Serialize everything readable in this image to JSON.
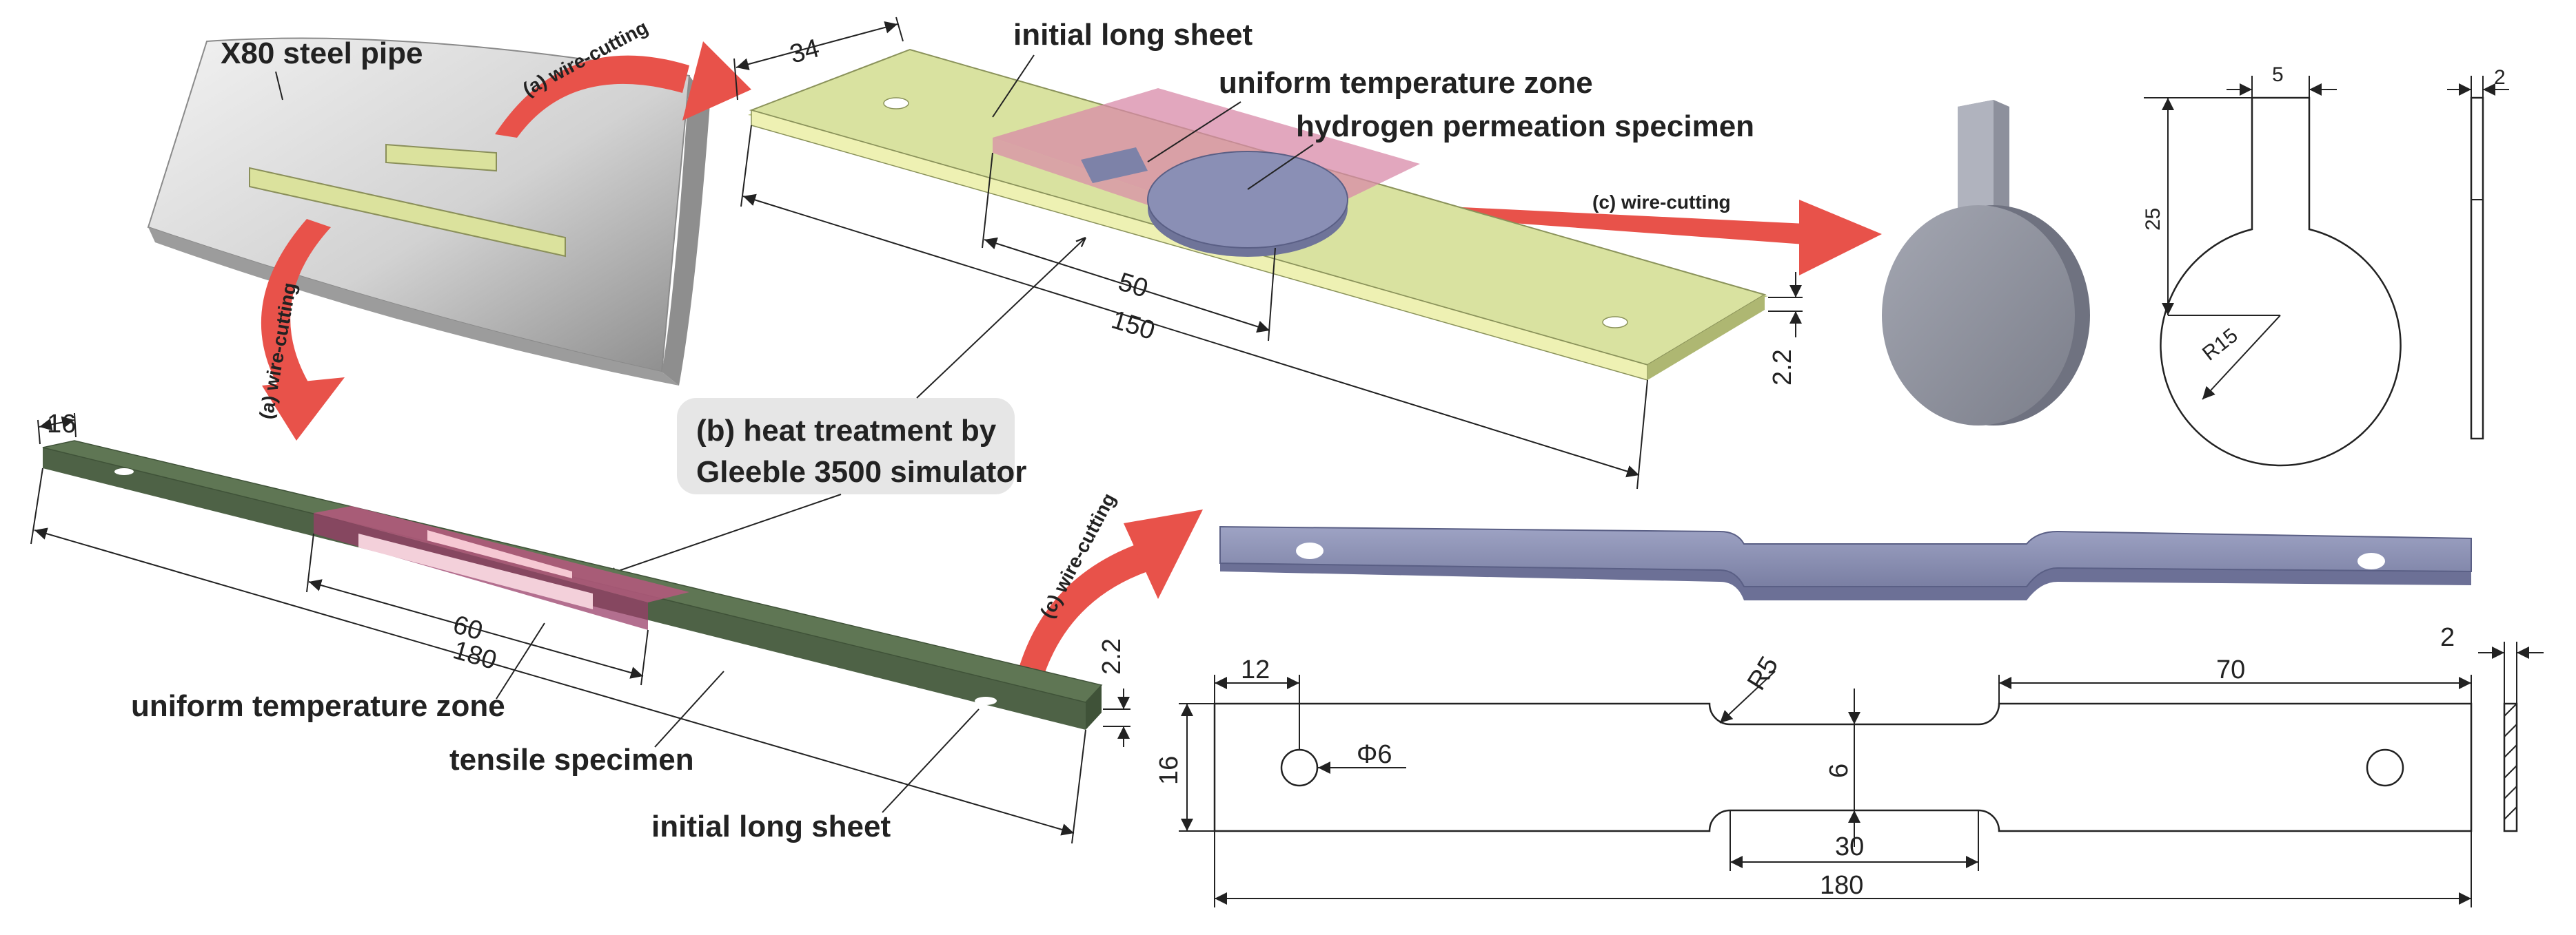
{
  "labels": {
    "pipe": "X80 steel pipe",
    "cut_a_top": "(a) wire-cutting",
    "cut_a_left": "(a) wire-cutting",
    "cut_c_right": "(c) wire-cutting",
    "cut_c_bottom": "(c) wire-cutting",
    "initial_long_sheet_top": "initial long sheet",
    "uniform_zone_top": "uniform temperature zone",
    "hydrogen_specimen": "hydrogen permeation specimen",
    "heat_treatment_line1": "(b)  heat treatment by",
    "heat_treatment_line2": "Gleeble 3500 simulator",
    "uniform_zone_bottom": "uniform temperature zone",
    "tensile_specimen": "tensile specimen",
    "initial_long_sheet_bottom": "initial long sheet"
  },
  "dimensions": {
    "top_sheet_width": "34",
    "top_zone_length": "50",
    "top_sheet_length": "150",
    "top_sheet_thickness": "2.2",
    "bottom_sheet_width": "16",
    "bottom_zone_length": "60",
    "bottom_sheet_length": "180",
    "bottom_sheet_thickness": "2.2",
    "disk_tab_width": "5",
    "disk_thickness": "2",
    "disk_height": "25",
    "disk_radius": "R15",
    "tensile_hole_offset": "12",
    "tensile_fillet": "R5",
    "tensile_grip_length": "70",
    "tensile_thickness": "2",
    "tensile_width": "16",
    "tensile_hole_dia": "Φ6",
    "tensile_gauge_width": "6",
    "tensile_gauge_length": "30",
    "tensile_total_length": "180"
  },
  "colors": {
    "arrow": "#e8524a",
    "sheet_yellow": "#d9e2a0",
    "sheet_green": "#5f7654",
    "zone_pink": "#d88aa8",
    "specimen_blue": "#7d82a8",
    "pipe_gray": "#c9c9c9",
    "callout_bg": "#e6e6e6"
  }
}
